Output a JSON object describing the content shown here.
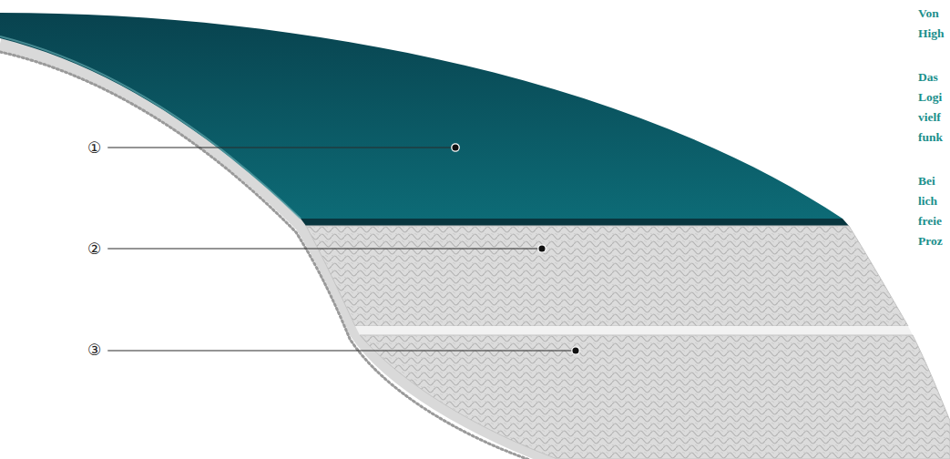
{
  "diagram": {
    "labels": [
      "①",
      "②",
      "③",
      "Von High",
      "Das Logi vielf funk",
      "Bei lich freie Proz"
    ]
  }
}
